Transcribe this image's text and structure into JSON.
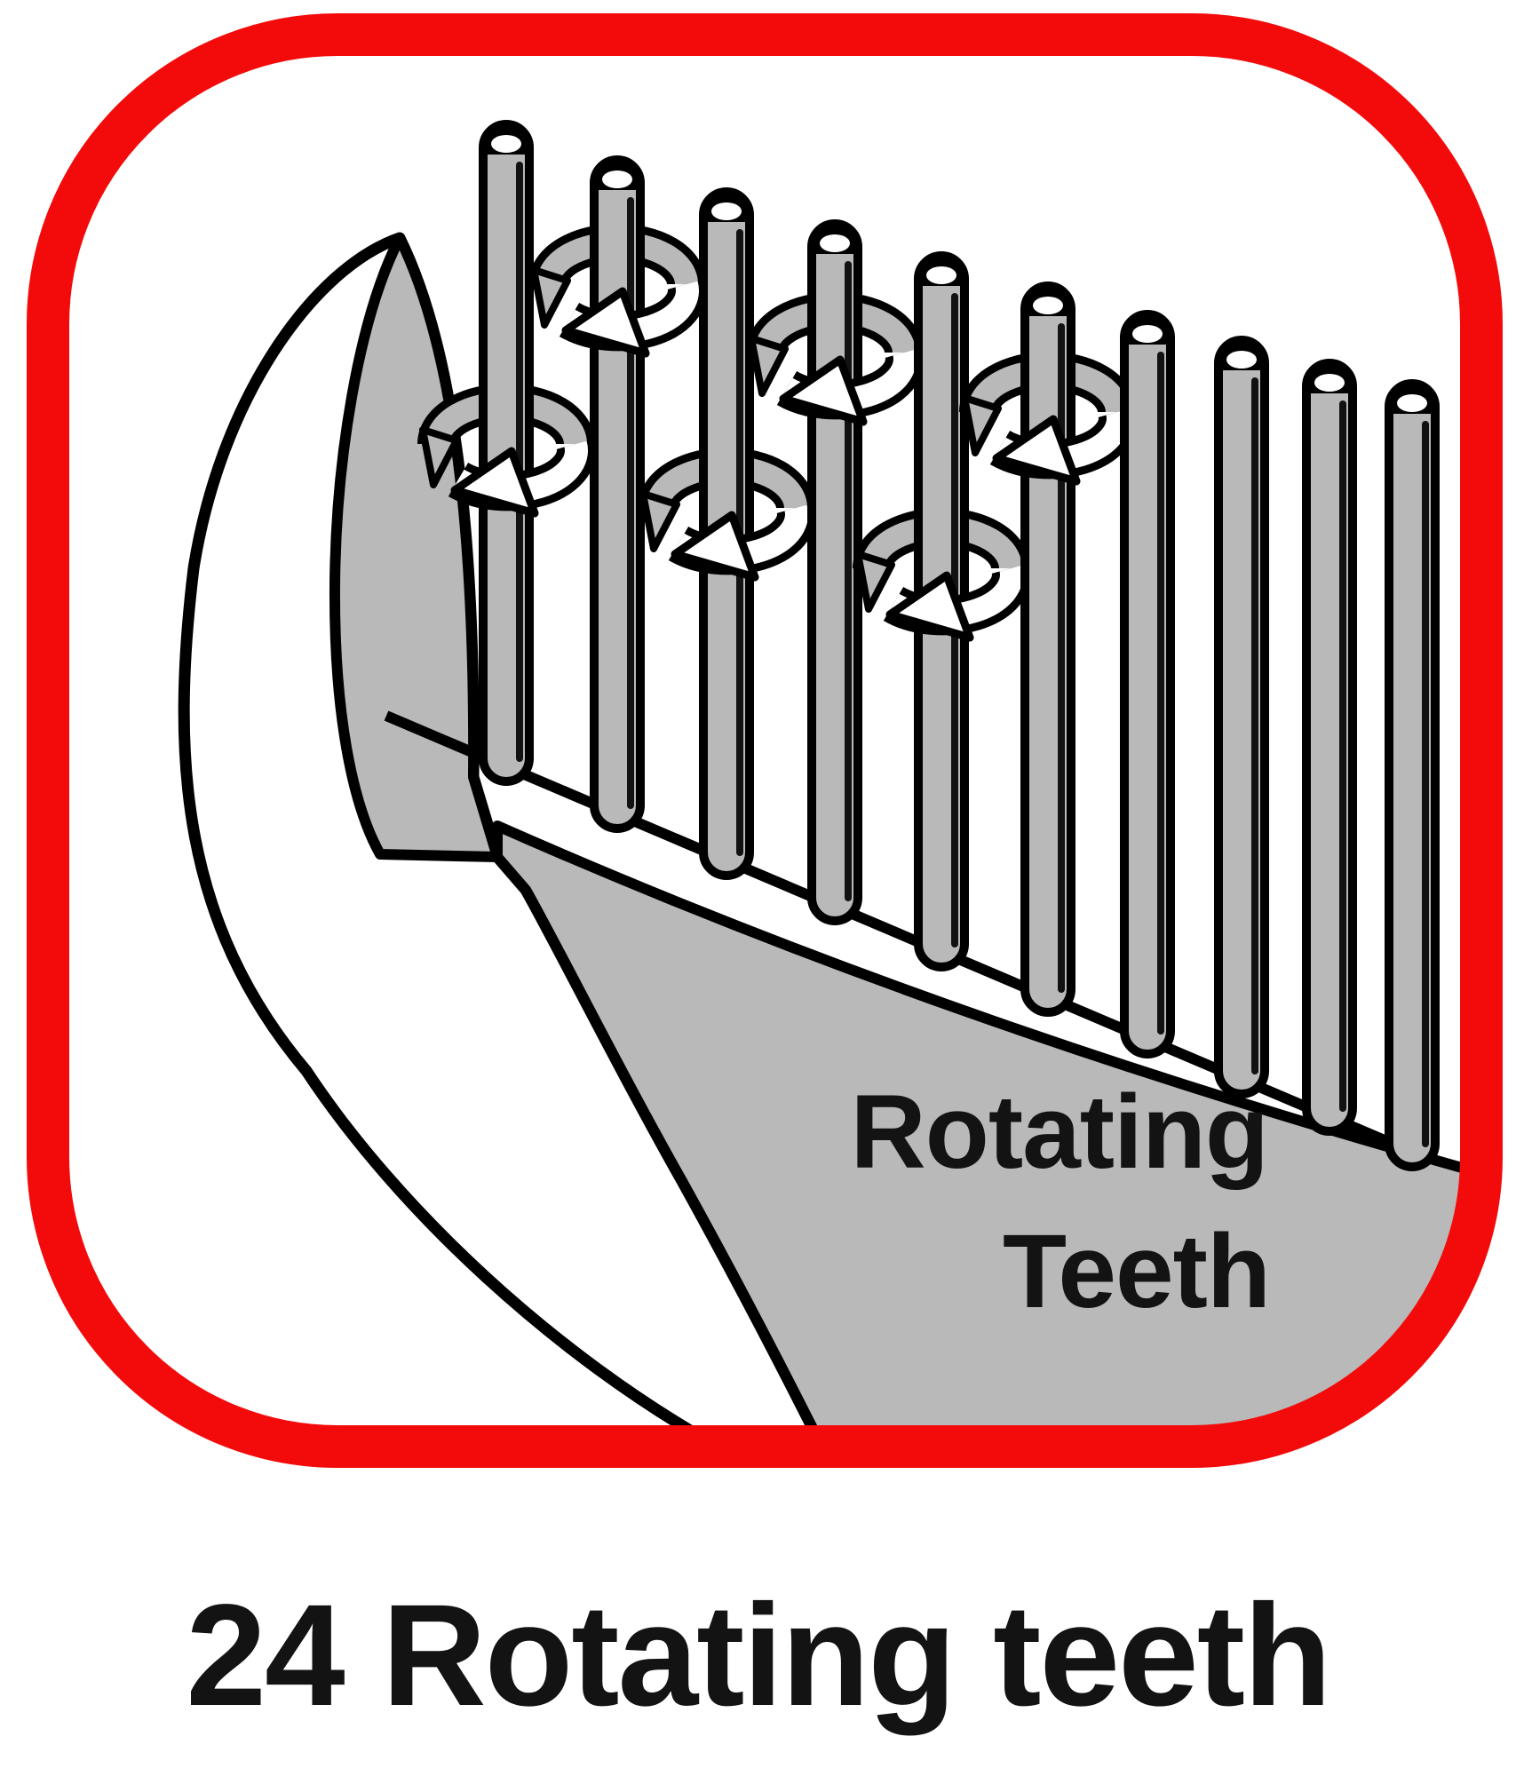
{
  "colors": {
    "frame_red": "#f30b0b",
    "shape_gray": "#b9b9b9",
    "outline_black": "#000000",
    "text_black": "#131313",
    "background_white": "#ffffff"
  },
  "frame_label": {
    "line1": "Rotating",
    "line2": "Teeth"
  },
  "caption": {
    "text": "24 Rotating teeth"
  },
  "illustration": {
    "teeth_shown": 10,
    "rotation_arrows_shown": 6
  }
}
